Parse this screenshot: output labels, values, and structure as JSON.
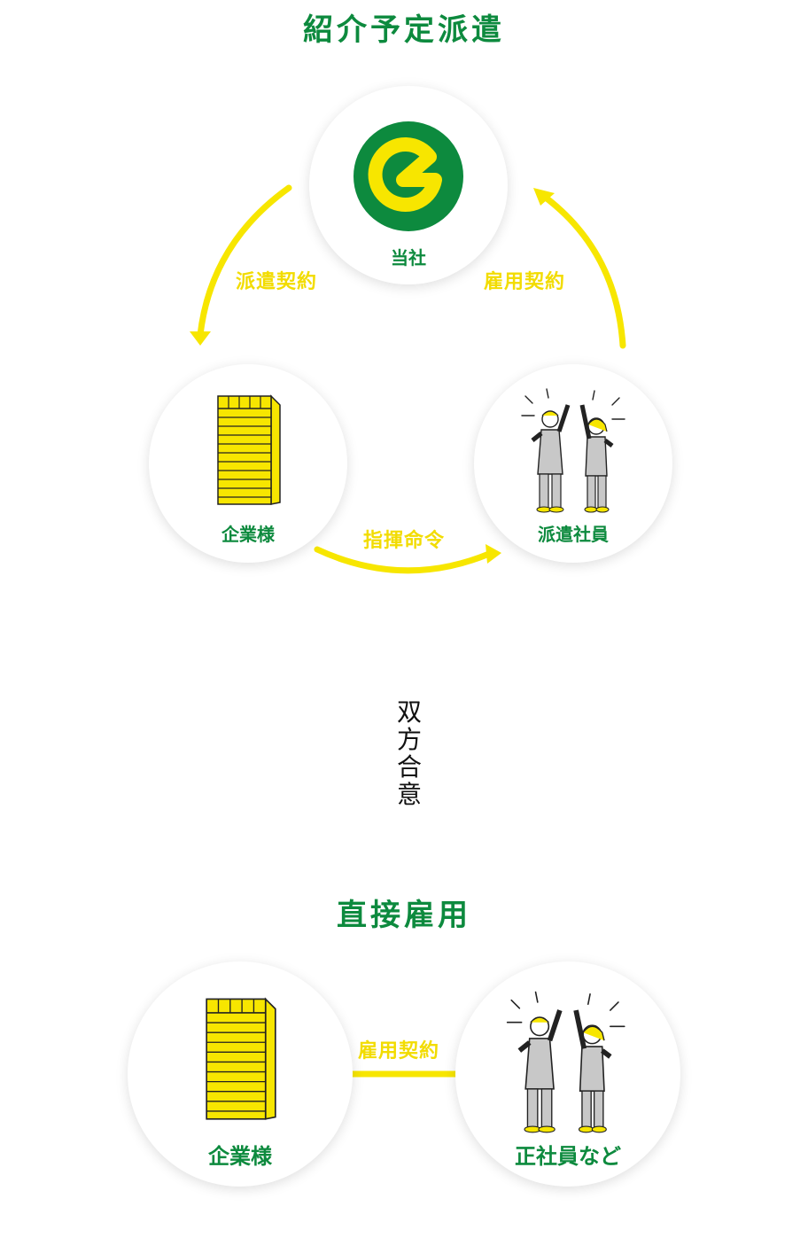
{
  "section1": {
    "title": "紹介予定派遣",
    "nodes": {
      "company_self": "当社",
      "client": "企業様",
      "staff": "派遣社員"
    },
    "relations": {
      "dispatch_contract": "派遣契約",
      "employment_contract": "雇用契約",
      "command": "指揮命令"
    }
  },
  "transition": "双方合意",
  "section2": {
    "title": "直接雇用",
    "nodes": {
      "client": "企業様",
      "employee": "正社員など"
    },
    "relation": "雇用契約"
  },
  "colors": {
    "green": "#0d8a3e",
    "yellow": "#f7e600",
    "label_yellow": "#f2dc00"
  }
}
